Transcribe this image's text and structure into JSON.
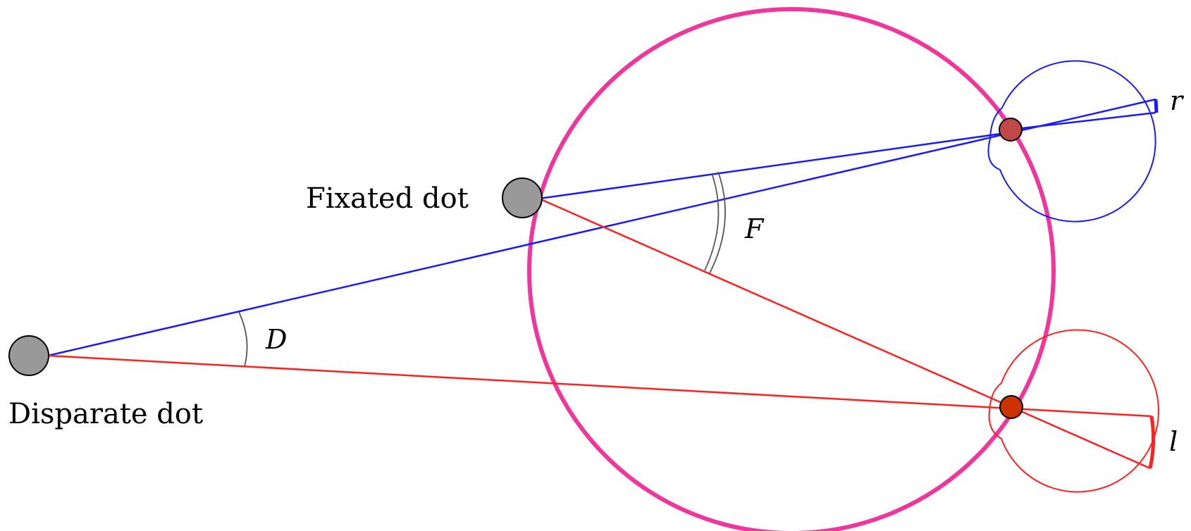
{
  "labels": {
    "fixated_dot": "Fixated dot",
    "disparate_dot": "Disparate dot",
    "angle_f": "F",
    "angle_d": "D",
    "right_eye": "r",
    "left_eye": "l"
  },
  "colors": {
    "background": "#ffffff",
    "vieth_muller_circle": "#f0359c",
    "right_eye": "#1a1aff",
    "left_eye": "#ff2020",
    "stimulus_dot": "#999999",
    "right_eye_node": "#c04848",
    "left_eye_node": "#cc3300",
    "angle_arc": "#555555"
  }
}
